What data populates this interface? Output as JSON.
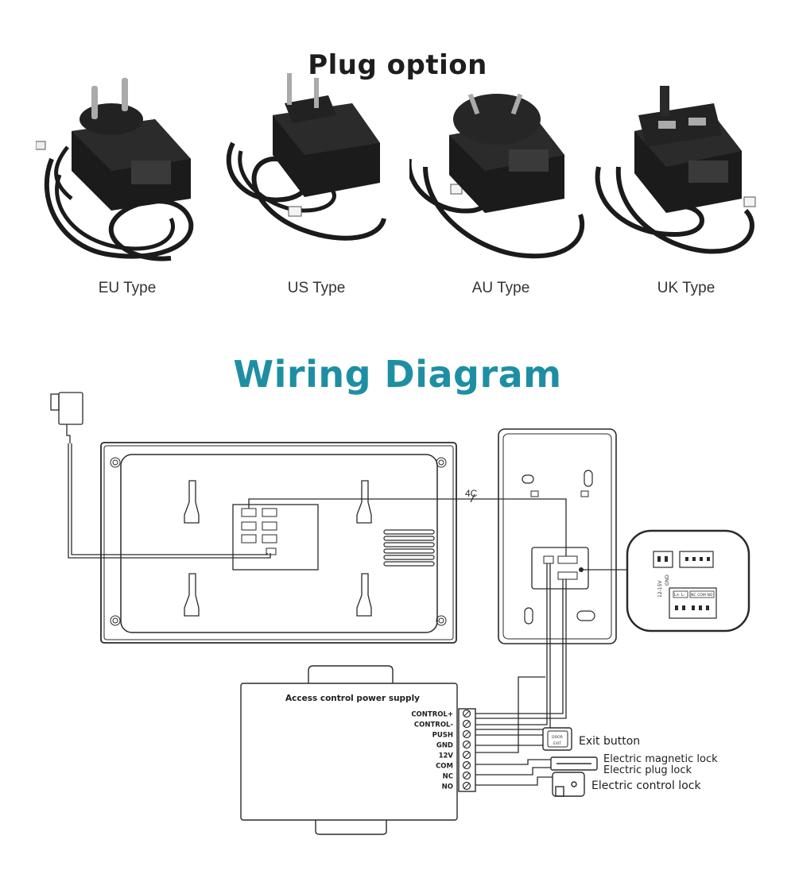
{
  "plug_section": {
    "title": "Plug option",
    "plugs": [
      {
        "label": "EU Type"
      },
      {
        "label": "US Type"
      },
      {
        "label": "AU Type"
      },
      {
        "label": "UK Type"
      }
    ]
  },
  "wiring_section": {
    "title": "Wiring Diagram",
    "cable_label": "4C",
    "power_supply": {
      "label": "Access control power supply",
      "terminals": [
        "CONTROL+",
        "CONTROL-",
        "PUSH",
        "GND",
        "12V",
        "COM",
        "NC",
        "NO"
      ]
    },
    "exit_button": {
      "label": "Exit button",
      "face_top": "DOOR",
      "face_bottom": "EXIT"
    },
    "locks": {
      "magnetic": "Electric magnetic lock",
      "plug": "Electric plug lock",
      "control": "Electric control lock"
    },
    "zoom_labels": {
      "power": "12-15V",
      "gnd": "GND",
      "l_plus": "L+",
      "l_minus": "L-",
      "relay": "NC COM NO"
    }
  },
  "colors": {
    "title_accent": "#1e8fa3",
    "line": "#2a2a2a",
    "adapter_body": "#1b1b1b"
  }
}
